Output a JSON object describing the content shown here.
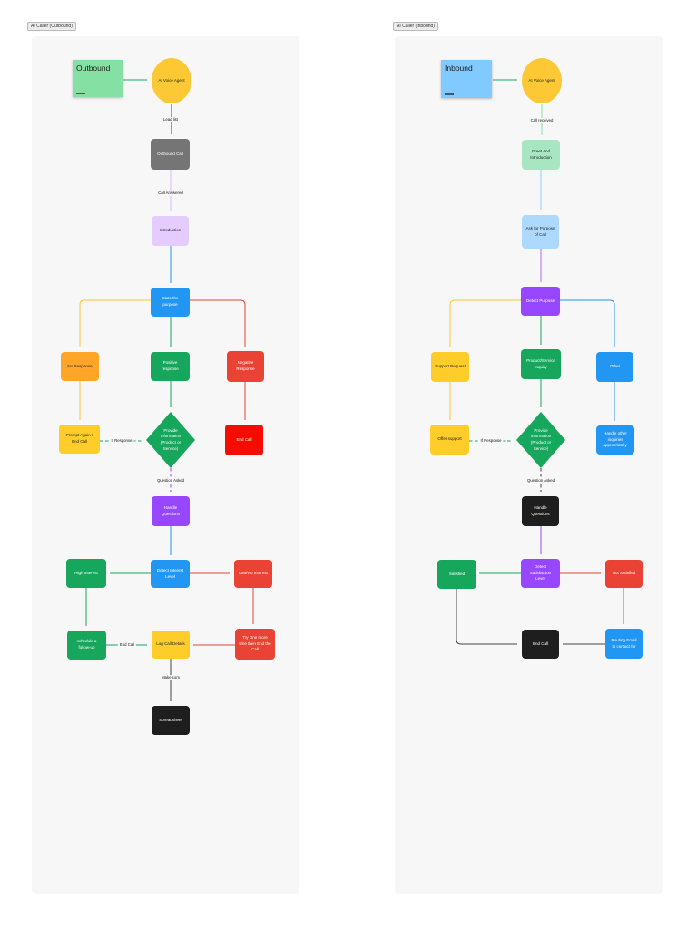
{
  "outbound": {
    "tag": "AI Caller (Outbound)",
    "sticky": {
      "label": "Outbound"
    },
    "agent": {
      "label": "AI Voice Agent"
    },
    "nodes": {
      "outbound_call": "Outbound Call",
      "introduction": "Introduction",
      "state_purpose": "State the purpose",
      "no_response": "No Response",
      "positive_response": "Positive response",
      "negative_response": "Negative Response",
      "prompt_again": "Prompt Again / End Call",
      "provide_info": "Provide Information (Product or Service)",
      "end_call": "End Call",
      "handle_questions": "Handle Questions",
      "detect_interest": "Detect Interest Level",
      "high_interest": "High Interest",
      "low_no_interest": "Low/No Interest",
      "schedule_followup": "schedule a follow-up",
      "log_call_details": "Log Call Details",
      "try_again": "Try One more time then End the Call",
      "spreadsheet": "Spreadsheet"
    },
    "edge_labels": {
      "lead_list": "Lead list",
      "call_answered": "Call Answered",
      "if_response": "If Response",
      "question_asked": "Question Asked",
      "end_call": "End Call",
      "make_com": "Make.com"
    }
  },
  "inbound": {
    "tag": "AI Caller (Inbound)",
    "sticky": {
      "label": "Inbound"
    },
    "agent": {
      "label": "AI Voice Agent"
    },
    "nodes": {
      "greet_intro": "Greet And Introduction",
      "ask_purpose": "Ask for Purpose of Call",
      "detect_purpose": "Detect Purpose",
      "support_request": "Support Request",
      "product_service": "Product/Service Inquiry",
      "other": "Other",
      "offer_support": "Offer support",
      "provide_info": "Provide Information (Product or Service)",
      "handle_other": "Handle other inquiries appropriately.",
      "handle_questions": "Handle Questions",
      "detect_satisfaction": "Detect Satisfaction Level",
      "satisfied": "Satisfied",
      "not_satisfied": "Not Satisfied",
      "end_call": "End Call",
      "routing_email": "Routing Email to contact for"
    },
    "edge_labels": {
      "call_received": "Call received",
      "if_response": "If Response",
      "question_asked": "Question Asked"
    }
  },
  "colors": {
    "frame_bg": "#f7f7f8",
    "agent_yellow": "#fcc934",
    "sticky_green": "#85e0a3",
    "sticky_blue": "#80caff",
    "gray": "#757575",
    "light_purple": "#e4ccff",
    "blue": "#2196f3",
    "green": "#16a75c",
    "orange": "#ffa629",
    "red_orange": "#ea4335",
    "bright_red": "#f50c00",
    "yellow": "#ffcd29",
    "purple": "#9747ff",
    "black": "#1e1e1e",
    "light_green_box": "#a8e6c1",
    "light_blue_box": "#aed9ff"
  }
}
